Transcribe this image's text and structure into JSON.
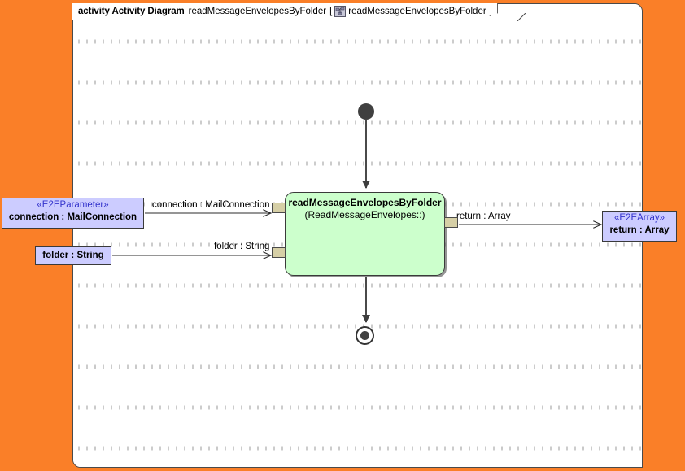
{
  "canvas": {
    "background_color": "#FA7F28",
    "frame_background": "#FFFFFF"
  },
  "frame": {
    "keyword": "activity Activity Diagram",
    "name": "readMessageEnvelopesByFolder",
    "bracket_open": "[",
    "icon": "activity-reference-icon",
    "reference": "readMessageEnvelopesByFolder",
    "bracket_close": "]"
  },
  "nodes": {
    "initial": {
      "name": "initial-node",
      "label": ""
    },
    "final": {
      "name": "activity-final-node",
      "label": ""
    },
    "action": {
      "title": "readMessageEnvelopesByFolder",
      "subtitle": "(ReadMessageEnvelopes::)",
      "fill_color": "#CCFFCC",
      "border_color": "#3A3A3A"
    }
  },
  "parameters": [
    {
      "id": "connection",
      "stereotype": "«E2EParameter»",
      "label": "connection : MailConnection",
      "fill_color": "#CCCCFF",
      "stereotype_color": "#3333CC"
    },
    {
      "id": "folder",
      "stereotype": "",
      "label": "folder : String",
      "fill_color": "#CCCCFF",
      "stereotype_color": "#3333CC"
    },
    {
      "id": "return",
      "stereotype": "«E2EArray»",
      "label": "return : Array",
      "fill_color": "#CCCCFF",
      "stereotype_color": "#3333CC"
    }
  ],
  "edges": [
    {
      "id": "edge-connection",
      "label": "connection : MailConnection"
    },
    {
      "id": "edge-folder",
      "label": "folder : String"
    },
    {
      "id": "edge-return",
      "label": "return : Array"
    },
    {
      "id": "edge-initial-to-action",
      "label": ""
    },
    {
      "id": "edge-action-to-final",
      "label": ""
    }
  ],
  "pins": {
    "connection_pin": "input-pin-connection",
    "folder_pin": "input-pin-folder",
    "return_pin": "output-pin-return",
    "fill_color": "#D6CFA6"
  }
}
